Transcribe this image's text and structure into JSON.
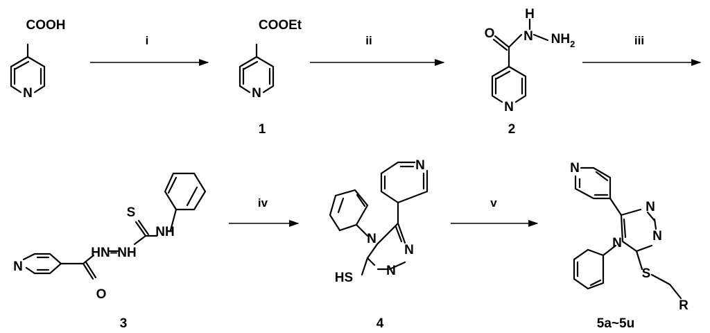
{
  "conditions": [
    "i",
    "ii",
    "iii",
    "iv",
    "v"
  ],
  "compound_numbers": [
    "1",
    "2",
    "3",
    "4",
    "5a~5u"
  ],
  "atom_labels": {
    "cooh": "COOH",
    "cooet": "COOEt",
    "n": "N",
    "o": "O",
    "h": "H",
    "nh2_main": "NH",
    "nh2_sub": "2",
    "s": "S",
    "nh": "NH",
    "hn_nh": "HN–NH",
    "hs": "HS",
    "r": "R"
  }
}
